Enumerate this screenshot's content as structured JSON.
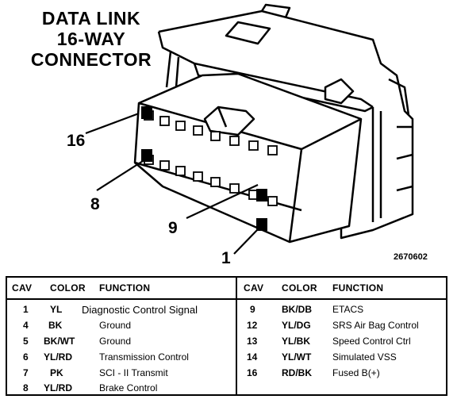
{
  "title": [
    "DATA LINK",
    "16-WAY",
    "CONNECTOR"
  ],
  "pin_labels": {
    "p16": "16",
    "p8": "8",
    "p9": "9",
    "p1": "1"
  },
  "figure_id": "2670602",
  "table": {
    "headers": [
      "CAV",
      "COLOR",
      "FUNCTION"
    ],
    "left_rows": [
      {
        "cav": "1",
        "color": "YL",
        "function": "Diagnostic Control Signal"
      },
      {
        "cav": "4",
        "color": "BK",
        "function": "Ground"
      },
      {
        "cav": "5",
        "color": "BK/WT",
        "function": "Ground"
      },
      {
        "cav": "6",
        "color": "YL/RD",
        "function": "Transmission Control"
      },
      {
        "cav": "7",
        "color": "PK",
        "function": "SCI - II Transmit"
      },
      {
        "cav": "8",
        "color": "YL/RD",
        "function": "Brake Control"
      }
    ],
    "right_rows": [
      {
        "cav": "9",
        "color": "BK/DB",
        "function": "ETACS"
      },
      {
        "cav": "12",
        "color": "YL/DG",
        "function": "SRS Air Bag Control"
      },
      {
        "cav": "13",
        "color": "YL/BK",
        "function": "Speed Control Ctrl"
      },
      {
        "cav": "14",
        "color": "YL/WT",
        "function": "Simulated VSS"
      },
      {
        "cav": "16",
        "color": "RD/BK",
        "function": "Fused B(+)"
      }
    ]
  }
}
